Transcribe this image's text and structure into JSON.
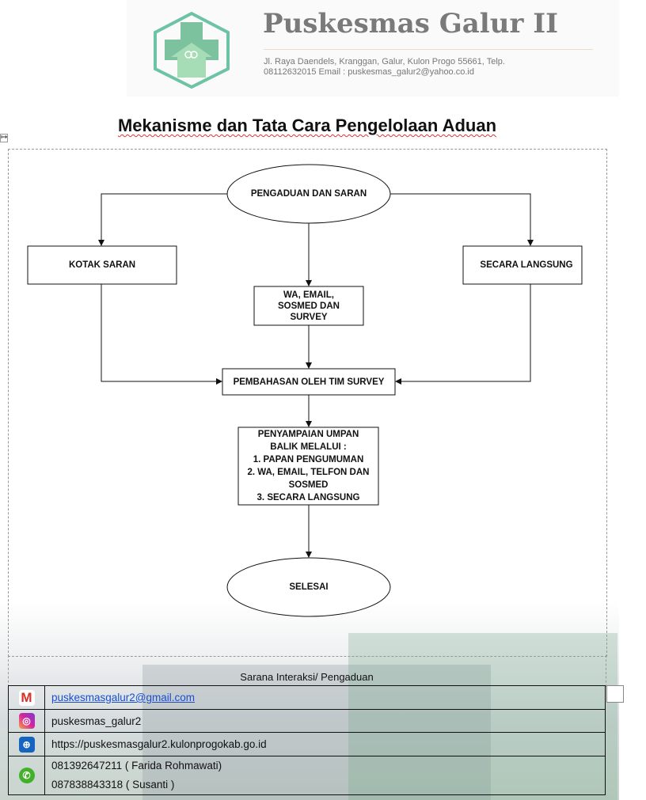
{
  "header": {
    "brand": "Puskesmas Galur II",
    "address_line1": "Jl. Raya Daendels, Kranggan, Galur, Kulon Progo 55661, Telp.",
    "address_line2": "08112632015 Email : puskesmas_galur2@yahoo.co.id"
  },
  "title": "Mekanisme dan Tata Cara Pengelolaan Aduan",
  "flowchart": {
    "start": "PENGADUAN DAN SARAN",
    "left": "KOTAK SARAN",
    "right": "SECARA LANGSUNG",
    "middle_lines": [
      "WA, EMAIL,",
      "SOSMED DAN",
      "SURVEY"
    ],
    "discussion": "PEMBAHASAN OLEH TIM SURVEY",
    "feedback_lines": [
      "PENYAMPAIAN UMPAN",
      "BALIK MELALUI :",
      "1. PAPAN PENGUMUMAN",
      "2. WA, EMAIL, TELFON DAN",
      "SOSMED",
      "3. SECARA LANGSUNG"
    ],
    "end": "SELESAI"
  },
  "contacts": {
    "caption": "Sarana Interaksi/ Pengaduan",
    "email": "puskesmasgalur2@gmail.com",
    "instagram": "puskesmas_galur2",
    "website": "https://puskesmasgalur2.kulonprogokab.go.id",
    "phone1": "081392647211 ( Farida Rohmawati)",
    "phone2": "087838843318 ( Susanti )"
  }
}
